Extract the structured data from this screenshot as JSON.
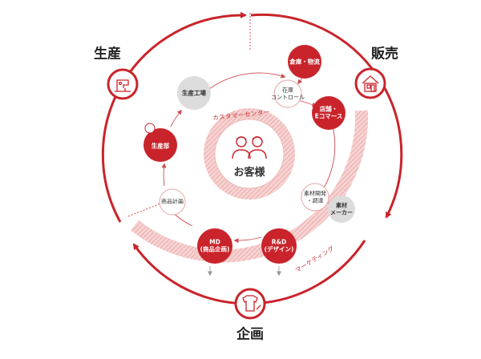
{
  "colors": {
    "accent": "#c9242b",
    "band": "#efb5b3",
    "gray_node": "#dcdcdc",
    "text": "#222222"
  },
  "outer": {
    "seisan": "生産",
    "hanbai": "販売",
    "kikaku": "企画"
  },
  "center": {
    "label": "お客様",
    "icon": "two-people-icon"
  },
  "arcs": {
    "customer_center": "カスタマーセンター",
    "marketing": "マーケティング"
  },
  "nodes": {
    "seisan_kojo": "生産工場",
    "soko_butsuryu": "倉庫・物流",
    "zaiko_control": "在庫\nコントロール",
    "tenpo_ecommerce": "店舗・\nEコマース",
    "seisan_bu": "生産部",
    "shohin_keikaku": "商品計画",
    "sozai_kaihatsu": "素材開発\n・調達",
    "sozai_maker": "素材\nメーカー",
    "md": "MD\n(商品企画)",
    "rd": "R&D\n(デザイン)"
  },
  "icons": {
    "seisan": "sewing-machine-icon",
    "hanbai": "store-icon",
    "kikaku": "t-shirt-design-icon"
  }
}
